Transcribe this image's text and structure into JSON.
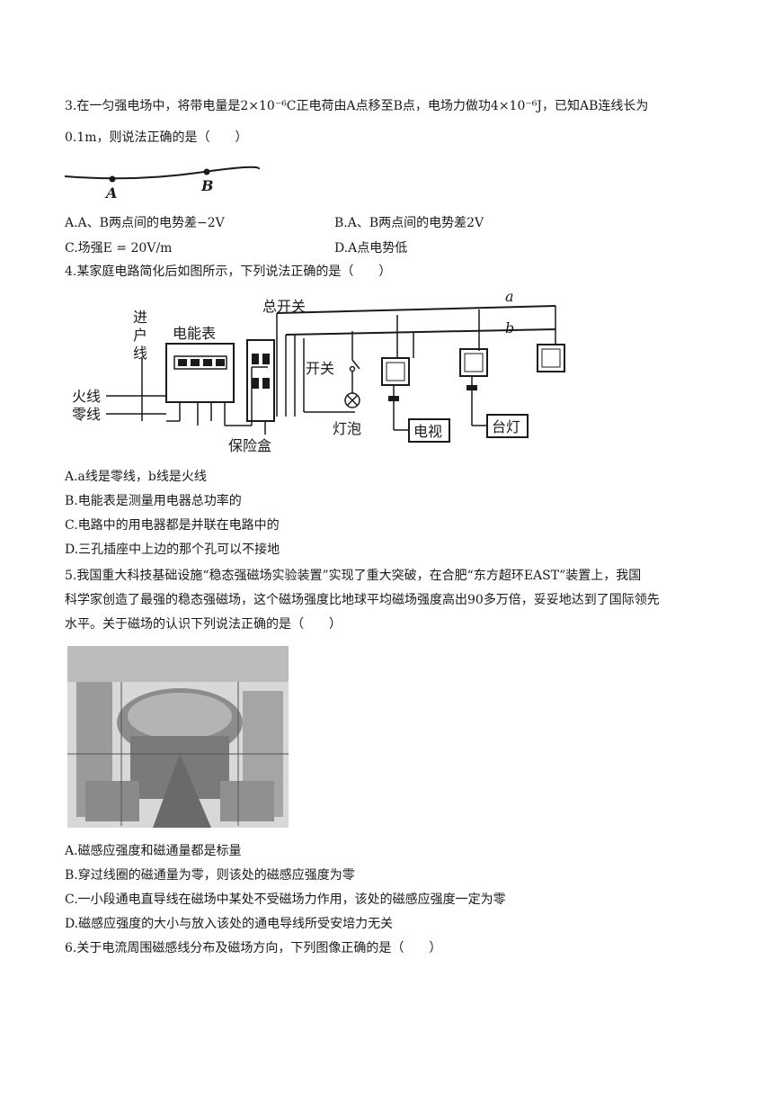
{
  "q3": {
    "stem_line1": "3.在一匀强电场中，将带电量是2×10⁻⁶C正电荷由A点移至B点，电场力做功4×10⁻⁶J，已知AB连线长为",
    "stem_line2": "0.1m，则说法正确的是（　　）",
    "point_a": "A",
    "point_b": "B",
    "opt_a": "A.A、B两点间的电势差−2V",
    "opt_b": "B.A、B两点间的电势差2V",
    "opt_c": "C.场强E = 20V/m",
    "opt_d": "D.A点电势低"
  },
  "q4": {
    "stem": "4.某家庭电路简化后如图所示，下列说法正确的是（　　）",
    "labels": {
      "main_switch": "总开关",
      "meter": "电能表",
      "entry": "进户线",
      "fire": "火线",
      "neutral": "零线",
      "switch": "开关",
      "fuse_box": "保险盒",
      "bulb": "灯泡",
      "tv": "电视",
      "lamp": "台灯",
      "wire_a": "a",
      "wire_b": "b"
    },
    "opt_a": "A.a线是零线，b线是火线",
    "opt_b": "B.电能表是测量用电器总功率的",
    "opt_c": "C.电路中的用电器都是并联在电路中的",
    "opt_d": "D.三孔插座中上边的那个孔可以不接地"
  },
  "q5": {
    "stem_line1": "5.我国重大科技基础设施“稳态强磁场实验装置”实现了重大突破，在合肥“东方超环EAST”装置上，我国",
    "stem_line2": "科学家创造了最强的稳态强磁场，这个磁场强度比地球平均磁场强度高出90多万倍，妥妥地达到了国际领先",
    "stem_line3": "水平。关于磁场的认识下列说法正确的是（　　）",
    "opt_a": "A.磁感应强度和磁通量都是标量",
    "opt_b": "B.穿过线圈的磁通量为零，则该处的磁感应强度为零",
    "opt_c": "C.一小段通电直导线在磁场中某处不受磁场力作用，该处的磁感应强度一定为零",
    "opt_d": "D.磁感应强度的大小与放入该处的通电导线所受安培力无关"
  },
  "q6": {
    "stem": "6.关于电流周围磁感线分布及磁场方向，下列图像正确的是（　　）"
  }
}
